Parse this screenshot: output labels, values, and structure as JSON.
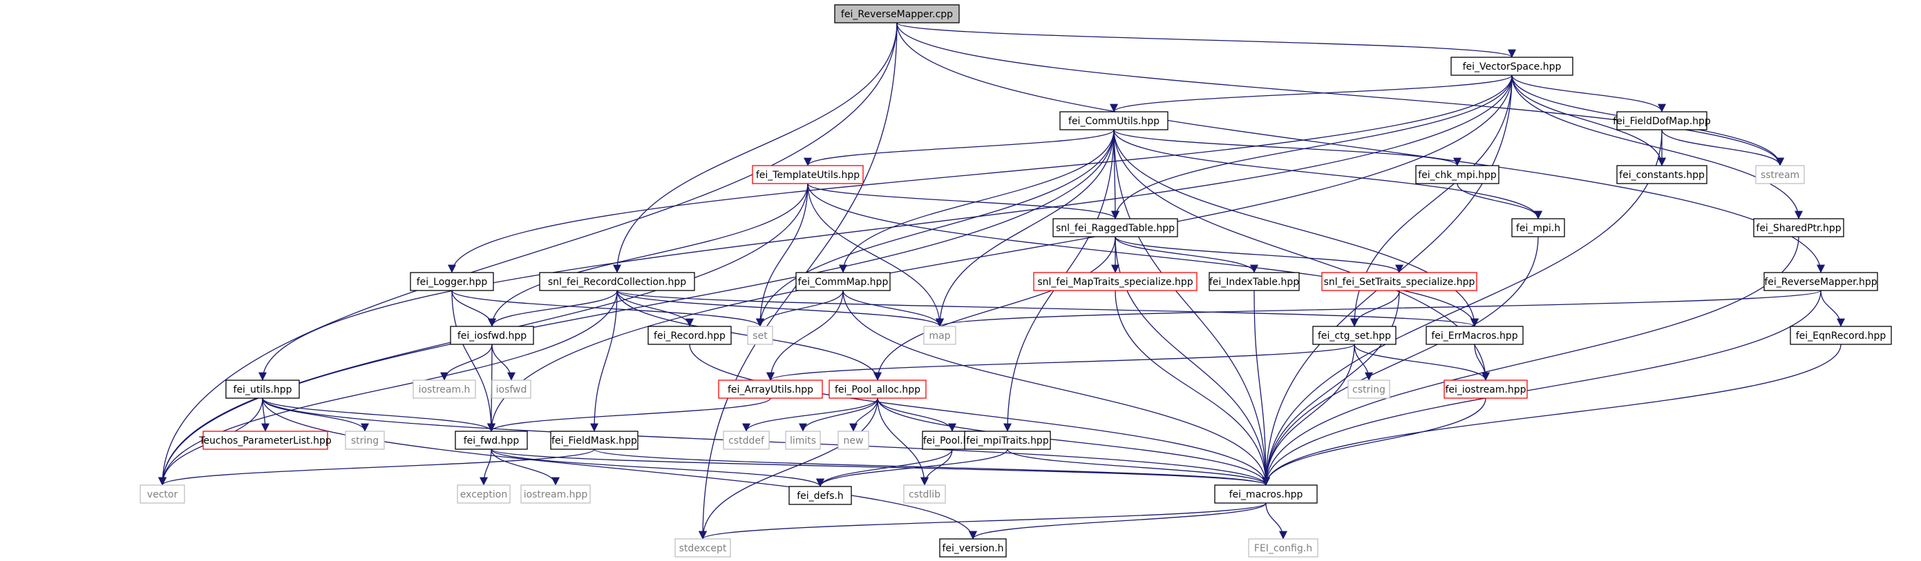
{
  "diagram": {
    "colors": {
      "edge": "#191970",
      "box_default": "#000000",
      "box_red": "#ff0000",
      "box_system": "#bfbfbf",
      "text_default": "#000000",
      "text_system": "#7f7f7f",
      "root_fill": "#bfbfbf"
    },
    "nodes": [
      {
        "id": "n1",
        "label": "fei_ReverseMapper.cpp",
        "kind": "root"
      },
      {
        "id": "n2",
        "label": "fei_VectorSpace.hpp",
        "kind": "default"
      },
      {
        "id": "n3",
        "label": "fei_CommUtils.hpp",
        "kind": "default"
      },
      {
        "id": "n4",
        "label": "fei_FieldDofMap.hpp",
        "kind": "default"
      },
      {
        "id": "n5",
        "label": "fei_TemplateUtils.hpp",
        "kind": "red"
      },
      {
        "id": "n6",
        "label": "fei_chk_mpi.hpp",
        "kind": "default"
      },
      {
        "id": "n7",
        "label": "fei_constants.hpp",
        "kind": "default"
      },
      {
        "id": "n8",
        "label": "sstream",
        "kind": "system"
      },
      {
        "id": "n9",
        "label": "snl_fei_RaggedTable.hpp",
        "kind": "default"
      },
      {
        "id": "n10",
        "label": "fei_mpi.h",
        "kind": "default"
      },
      {
        "id": "n11",
        "label": "fei_SharedPtr.hpp",
        "kind": "default"
      },
      {
        "id": "n12",
        "label": "fei_Logger.hpp",
        "kind": "default"
      },
      {
        "id": "n13",
        "label": "snl_fei_RecordCollection.hpp",
        "kind": "default"
      },
      {
        "id": "n14",
        "label": "fei_CommMap.hpp",
        "kind": "default"
      },
      {
        "id": "n15",
        "label": "snl_fei_MapTraits_specialize.hpp",
        "kind": "red"
      },
      {
        "id": "n16",
        "label": "fei_IndexTable.hpp",
        "kind": "default"
      },
      {
        "id": "n17",
        "label": "snl_fei_SetTraits_specialize.hpp",
        "kind": "red"
      },
      {
        "id": "n18",
        "label": "fei_ReverseMapper.hpp",
        "kind": "default"
      },
      {
        "id": "n19",
        "label": "set",
        "kind": "system"
      },
      {
        "id": "n20",
        "label": "map",
        "kind": "system"
      },
      {
        "id": "n21",
        "label": "fei_iosfwd.hpp",
        "kind": "default"
      },
      {
        "id": "n22",
        "label": "fei_Record.hpp",
        "kind": "default"
      },
      {
        "id": "n23",
        "label": "fei_ctg_set.hpp",
        "kind": "default"
      },
      {
        "id": "n24",
        "label": "fei_ErrMacros.hpp",
        "kind": "default"
      },
      {
        "id": "n25",
        "label": "fei_EqnRecord.hpp",
        "kind": "default"
      },
      {
        "id": "n26",
        "label": "fei_utils.hpp",
        "kind": "default"
      },
      {
        "id": "n27",
        "label": "iostream.h",
        "kind": "system"
      },
      {
        "id": "n28",
        "label": "iosfwd",
        "kind": "system"
      },
      {
        "id": "n29",
        "label": "fei_ArrayUtils.hpp",
        "kind": "red"
      },
      {
        "id": "n30",
        "label": "fei_Pool_alloc.hpp",
        "kind": "red"
      },
      {
        "id": "n31",
        "label": "cstring",
        "kind": "system"
      },
      {
        "id": "n32",
        "label": "fei_iostream.hpp",
        "kind": "red"
      },
      {
        "id": "n33",
        "label": "Teuchos_ParameterList.hpp",
        "kind": "red"
      },
      {
        "id": "n34",
        "label": "string",
        "kind": "system"
      },
      {
        "id": "n35",
        "label": "fei_fwd.hpp",
        "kind": "default"
      },
      {
        "id": "n36",
        "label": "fei_FieldMask.hpp",
        "kind": "default"
      },
      {
        "id": "n37",
        "label": "cstddef",
        "kind": "system"
      },
      {
        "id": "n38",
        "label": "limits",
        "kind": "system"
      },
      {
        "id": "n39",
        "label": "new",
        "kind": "system"
      },
      {
        "id": "n40",
        "label": "fei_Pool.hpp",
        "kind": "default"
      },
      {
        "id": "n41",
        "label": "fei_mpiTraits.hpp",
        "kind": "default"
      },
      {
        "id": "n42",
        "label": "vector",
        "kind": "system"
      },
      {
        "id": "n43",
        "label": "exception",
        "kind": "system"
      },
      {
        "id": "n44",
        "label": "iostream.hpp",
        "kind": "system"
      },
      {
        "id": "n45",
        "label": "fei_defs.h",
        "kind": "default"
      },
      {
        "id": "n46",
        "label": "cstdlib",
        "kind": "system"
      },
      {
        "id": "n47",
        "label": "fei_macros.hpp",
        "kind": "default"
      },
      {
        "id": "n48",
        "label": "stdexcept",
        "kind": "system"
      },
      {
        "id": "n49",
        "label": "fei_version.h",
        "kind": "default"
      },
      {
        "id": "n50",
        "label": "FEI_config.h",
        "kind": "system"
      }
    ],
    "edges": [
      [
        "n1",
        "n2"
      ],
      [
        "n1",
        "n13"
      ],
      [
        "n1",
        "n42"
      ],
      [
        "n1",
        "n48"
      ],
      [
        "n1",
        "n8"
      ],
      [
        "n1",
        "n18"
      ],
      [
        "n2",
        "n3"
      ],
      [
        "n2",
        "n4"
      ],
      [
        "n2",
        "n7"
      ],
      [
        "n2",
        "n8"
      ],
      [
        "n2",
        "n11"
      ],
      [
        "n2",
        "n9"
      ],
      [
        "n2",
        "n12"
      ],
      [
        "n2",
        "n26"
      ],
      [
        "n2",
        "n35"
      ],
      [
        "n2",
        "n23"
      ],
      [
        "n2",
        "n47"
      ],
      [
        "n3",
        "n5"
      ],
      [
        "n3",
        "n6"
      ],
      [
        "n3",
        "n9"
      ],
      [
        "n3",
        "n14"
      ],
      [
        "n3",
        "n10"
      ],
      [
        "n3",
        "n24"
      ],
      [
        "n3",
        "n19"
      ],
      [
        "n3",
        "n20"
      ],
      [
        "n3",
        "n42"
      ],
      [
        "n3",
        "n32"
      ],
      [
        "n3",
        "n41"
      ],
      [
        "n3",
        "n47"
      ],
      [
        "n4",
        "n7"
      ],
      [
        "n4",
        "n8"
      ],
      [
        "n4",
        "n47"
      ],
      [
        "n5",
        "n9"
      ],
      [
        "n5",
        "n19"
      ],
      [
        "n5",
        "n20"
      ],
      [
        "n5",
        "n21"
      ],
      [
        "n5",
        "n42"
      ],
      [
        "n5",
        "n24"
      ],
      [
        "n6",
        "n10"
      ],
      [
        "n9",
        "n15"
      ],
      [
        "n9",
        "n16"
      ],
      [
        "n9",
        "n17"
      ],
      [
        "n9",
        "n30"
      ],
      [
        "n9",
        "n47"
      ],
      [
        "n10",
        "n47"
      ],
      [
        "n11",
        "n47"
      ],
      [
        "n12",
        "n21"
      ],
      [
        "n12",
        "n35"
      ],
      [
        "n12",
        "n19"
      ],
      [
        "n13",
        "n21"
      ],
      [
        "n13",
        "n22"
      ],
      [
        "n13",
        "n36"
      ],
      [
        "n13",
        "n30"
      ],
      [
        "n13",
        "n20"
      ],
      [
        "n13",
        "n24"
      ],
      [
        "n13",
        "n42"
      ],
      [
        "n14",
        "n29"
      ],
      [
        "n14",
        "n20"
      ],
      [
        "n14",
        "n19"
      ],
      [
        "n14",
        "n47"
      ],
      [
        "n15",
        "n47"
      ],
      [
        "n16",
        "n47"
      ],
      [
        "n17",
        "n23"
      ],
      [
        "n17",
        "n47"
      ],
      [
        "n18",
        "n25"
      ],
      [
        "n18",
        "n20"
      ],
      [
        "n18",
        "n47"
      ],
      [
        "n21",
        "n27"
      ],
      [
        "n21",
        "n28"
      ],
      [
        "n21",
        "n35"
      ],
      [
        "n22",
        "n47"
      ],
      [
        "n23",
        "n31"
      ],
      [
        "n23",
        "n32"
      ],
      [
        "n23",
        "n29"
      ],
      [
        "n23",
        "n47"
      ],
      [
        "n24",
        "n32"
      ],
      [
        "n25",
        "n47"
      ],
      [
        "n26",
        "n33"
      ],
      [
        "n26",
        "n34"
      ],
      [
        "n26",
        "n35"
      ],
      [
        "n26",
        "n42"
      ],
      [
        "n26",
        "n49"
      ],
      [
        "n26",
        "n47"
      ],
      [
        "n29",
        "n35"
      ],
      [
        "n30",
        "n37"
      ],
      [
        "n30",
        "n38"
      ],
      [
        "n30",
        "n39"
      ],
      [
        "n30",
        "n40"
      ],
      [
        "n30",
        "n46"
      ],
      [
        "n30",
        "n48"
      ],
      [
        "n30",
        "n47"
      ],
      [
        "n32",
        "n47"
      ],
      [
        "n35",
        "n43"
      ],
      [
        "n35",
        "n44"
      ],
      [
        "n35",
        "n45"
      ],
      [
        "n35",
        "n47"
      ],
      [
        "n36",
        "n47"
      ],
      [
        "n36",
        "n42"
      ],
      [
        "n40",
        "n46"
      ],
      [
        "n40",
        "n45"
      ],
      [
        "n41",
        "n45"
      ],
      [
        "n41",
        "n47"
      ],
      [
        "n47",
        "n48"
      ],
      [
        "n47",
        "n49"
      ],
      [
        "n47",
        "n50"
      ]
    ]
  }
}
